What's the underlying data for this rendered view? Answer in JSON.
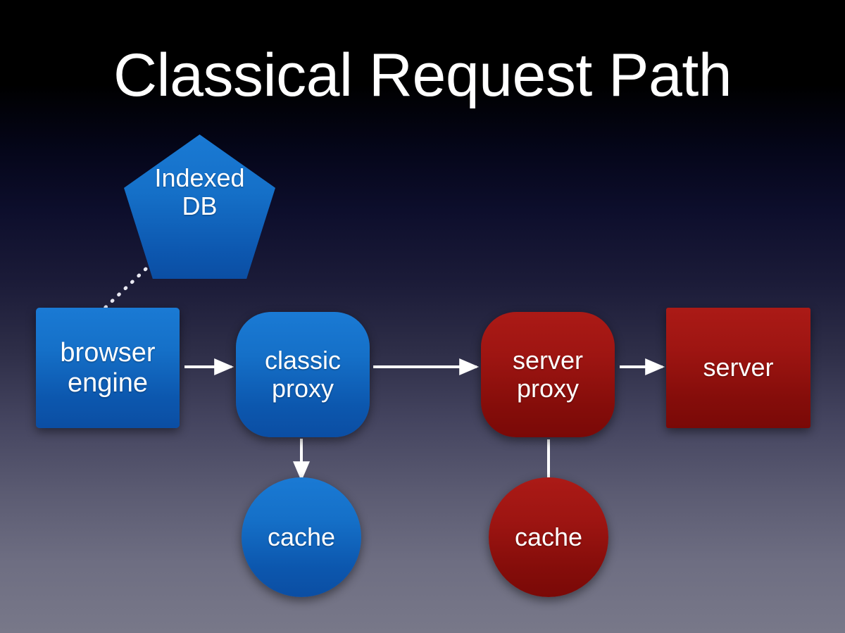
{
  "slide": {
    "title": "Classical Request Path",
    "background_top_color": "#000000",
    "background_bottom_color": "#787889"
  },
  "palette": {
    "blue": "#1570c8",
    "red": "#9e1512",
    "connector": "#ffffff",
    "text": "#ffffff"
  },
  "diagram": {
    "type": "flow-diagram",
    "nodes": [
      {
        "id": "indexed-db",
        "label_line1": "Indexed",
        "label_line2": "DB",
        "shape": "pentagon",
        "color": "#1570c8"
      },
      {
        "id": "browser-engine",
        "label_line1": "browser",
        "label_line2": "engine",
        "shape": "rectangle",
        "color": "#1570c8"
      },
      {
        "id": "classic-proxy",
        "label_line1": "classic",
        "label_line2": "proxy",
        "shape": "rounded-rectangle",
        "color": "#1570c8"
      },
      {
        "id": "cache-client",
        "label_line1": "cache",
        "label_line2": "",
        "shape": "circle",
        "color": "#1570c8"
      },
      {
        "id": "server-proxy",
        "label_line1": "server",
        "label_line2": "proxy",
        "shape": "rounded-rectangle",
        "color": "#9e1512"
      },
      {
        "id": "cache-server",
        "label_line1": "cache",
        "label_line2": "",
        "shape": "circle",
        "color": "#9e1512"
      },
      {
        "id": "server",
        "label_line1": "server",
        "label_line2": "",
        "shape": "rectangle",
        "color": "#9e1512"
      }
    ],
    "edges": [
      {
        "id": "indexeddb-to-browser-engine",
        "from": "indexed-db",
        "to": "browser-engine",
        "style": "dotted",
        "arrow": false
      },
      {
        "id": "browser-engine-to-classic-proxy",
        "from": "browser-engine",
        "to": "classic-proxy",
        "style": "solid",
        "arrow": true
      },
      {
        "id": "classic-proxy-to-server-proxy",
        "from": "classic-proxy",
        "to": "server-proxy",
        "style": "solid",
        "arrow": true
      },
      {
        "id": "server-proxy-to-server",
        "from": "server-proxy",
        "to": "server",
        "style": "solid",
        "arrow": true
      },
      {
        "id": "classic-proxy-to-cache",
        "from": "classic-proxy",
        "to": "cache-client",
        "style": "solid",
        "arrow": true
      },
      {
        "id": "server-proxy-to-cache",
        "from": "server-proxy",
        "to": "cache-server",
        "style": "solid",
        "arrow": false
      }
    ]
  }
}
